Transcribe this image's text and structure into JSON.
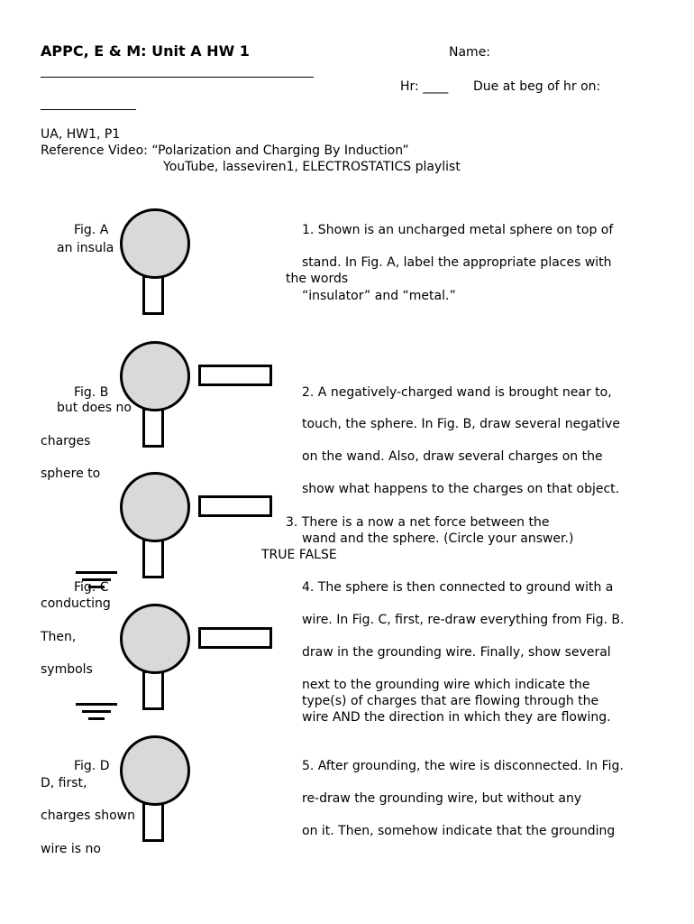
{
  "header": {
    "title": "APPC, E & M: Unit A HW 1",
    "name_label": "Name:",
    "hr_label": "Hr: ____",
    "due_label": "Due at beg of hr on:"
  },
  "reference": {
    "line1": "UA, HW1, P1",
    "line2": "Reference Video:   “Polarization and Charging By Induction”",
    "line3": "YouTube, lasseviren1, ELECTROSTATICS playlist"
  },
  "left": {
    "fig_a": "Fig. A",
    "fig_a_cont": "an insula",
    "fig_b": "Fig. B",
    "fig_b_cont": "but does no",
    "charges": "charges",
    "sphere_to": "sphere to",
    "fig_c": "Fig. C",
    "conducting": "conducting",
    "then": "Then,",
    "symbols": "symbols",
    "fig_d": "Fig. D",
    "d_first": "D, first,",
    "charges_shown": "charges shown",
    "wire_is_no": "wire is no"
  },
  "questions": {
    "q1_l1": "1. Shown is an uncharged metal sphere on top of",
    "q1_l2": "stand. In Fig. A, label the appropriate places with",
    "q1_l3": "the words",
    "q1_l4": "“insulator” and “metal.”",
    "q2_l1": "2. A negatively-charged wand is brought near to,",
    "q2_l2": "touch, the sphere. In Fig. B, draw several negative",
    "q2_l3": "on    the wand. Also, draw several charges on the",
    "q2_l4": "show what happens to the charges on that object.",
    "q3_l1": "3. There is a now a net force between the",
    "q3_l2": "wand and the sphere. (Circle your answer.)",
    "q3_l3": "TRUE     FALSE",
    "q4_l1": "4. The sphere is then connected to ground with a",
    "q4_l2": "wire. In Fig. C, first, re-draw everything from Fig. B.",
    "q4_l3": "draw in the grounding wire. Finally, show several",
    "q4_l4": "next to the grounding wire which indicate the",
    "q4_l5": "type(s) of charges that are flowing through the",
    "q4_l6": "wire AND the direction in which they are flowing.",
    "q5_l1": "5. After grounding, the wire is disconnected. In Fig.",
    "q5_l2": "re-draw the grounding wire, but without any",
    "q5_l3": "on it. Then, somehow indicate that the grounding"
  }
}
